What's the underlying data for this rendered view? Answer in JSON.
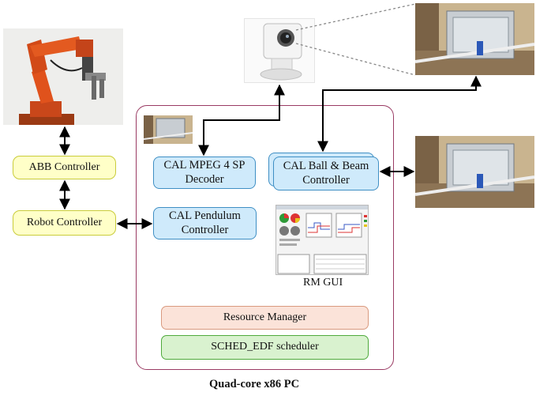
{
  "boxes": {
    "abb_controller": "ABB Controller",
    "robot_controller": "Robot Controller",
    "mpeg_decoder": "CAL MPEG 4 SP\nDecoder",
    "ball_beam_controller": "CAL Ball & Beam\nController",
    "pendulum_controller": "CAL Pendulum\nController",
    "resource_manager": "Resource Manager",
    "sched_edf": "SCHED_EDF scheduler"
  },
  "labels": {
    "rm_gui": "RM GUI",
    "pc_caption": "Quad-core x86 PC"
  },
  "colors": {
    "controller_fill": "#ffffc8",
    "component_fill": "#cfeafb",
    "resource_manager_fill": "#fbe3d9",
    "scheduler_fill": "#d9f2cf",
    "pc_frame": "#9a3b63"
  }
}
